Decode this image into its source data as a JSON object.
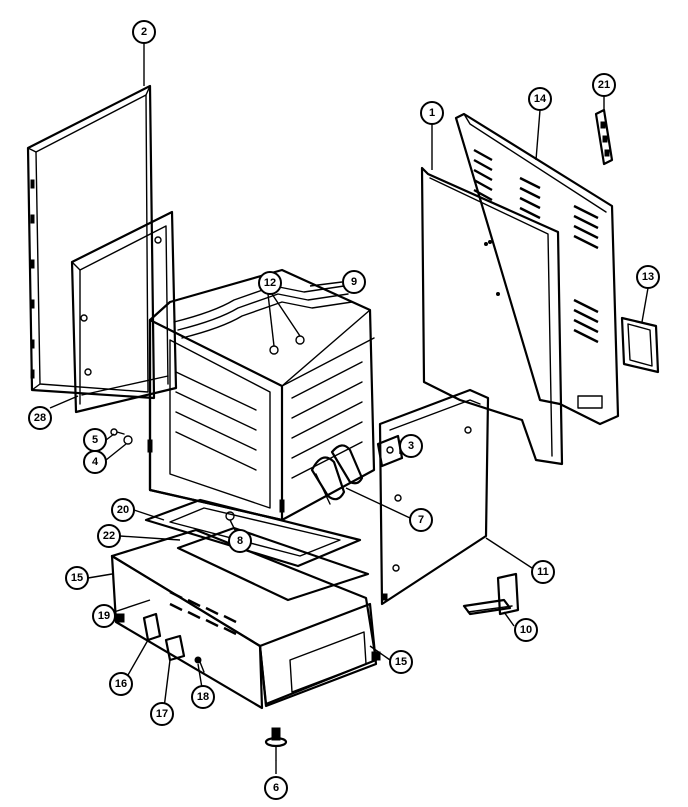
{
  "callouts": [
    {
      "id": "c-2",
      "label": "2"
    },
    {
      "id": "c-1",
      "label": "1"
    },
    {
      "id": "c-14",
      "label": "14"
    },
    {
      "id": "c-21",
      "label": "21"
    },
    {
      "id": "c-9",
      "label": "9"
    },
    {
      "id": "c-12",
      "label": "12"
    },
    {
      "id": "c-13",
      "label": "13"
    },
    {
      "id": "c-28",
      "label": "28"
    },
    {
      "id": "c-5",
      "label": "5"
    },
    {
      "id": "c-4",
      "label": "4"
    },
    {
      "id": "c-3",
      "label": "3"
    },
    {
      "id": "c-7",
      "label": "7"
    },
    {
      "id": "c-20",
      "label": "20"
    },
    {
      "id": "c-22",
      "label": "22"
    },
    {
      "id": "c-8",
      "label": "8"
    },
    {
      "id": "c-11",
      "label": "11"
    },
    {
      "id": "c-15a",
      "label": "15"
    },
    {
      "id": "c-19",
      "label": "19"
    },
    {
      "id": "c-10",
      "label": "10"
    },
    {
      "id": "c-15b",
      "label": "15"
    },
    {
      "id": "c-16",
      "label": "16"
    },
    {
      "id": "c-18",
      "label": "18"
    },
    {
      "id": "c-17",
      "label": "17"
    },
    {
      "id": "c-6",
      "label": "6"
    }
  ]
}
